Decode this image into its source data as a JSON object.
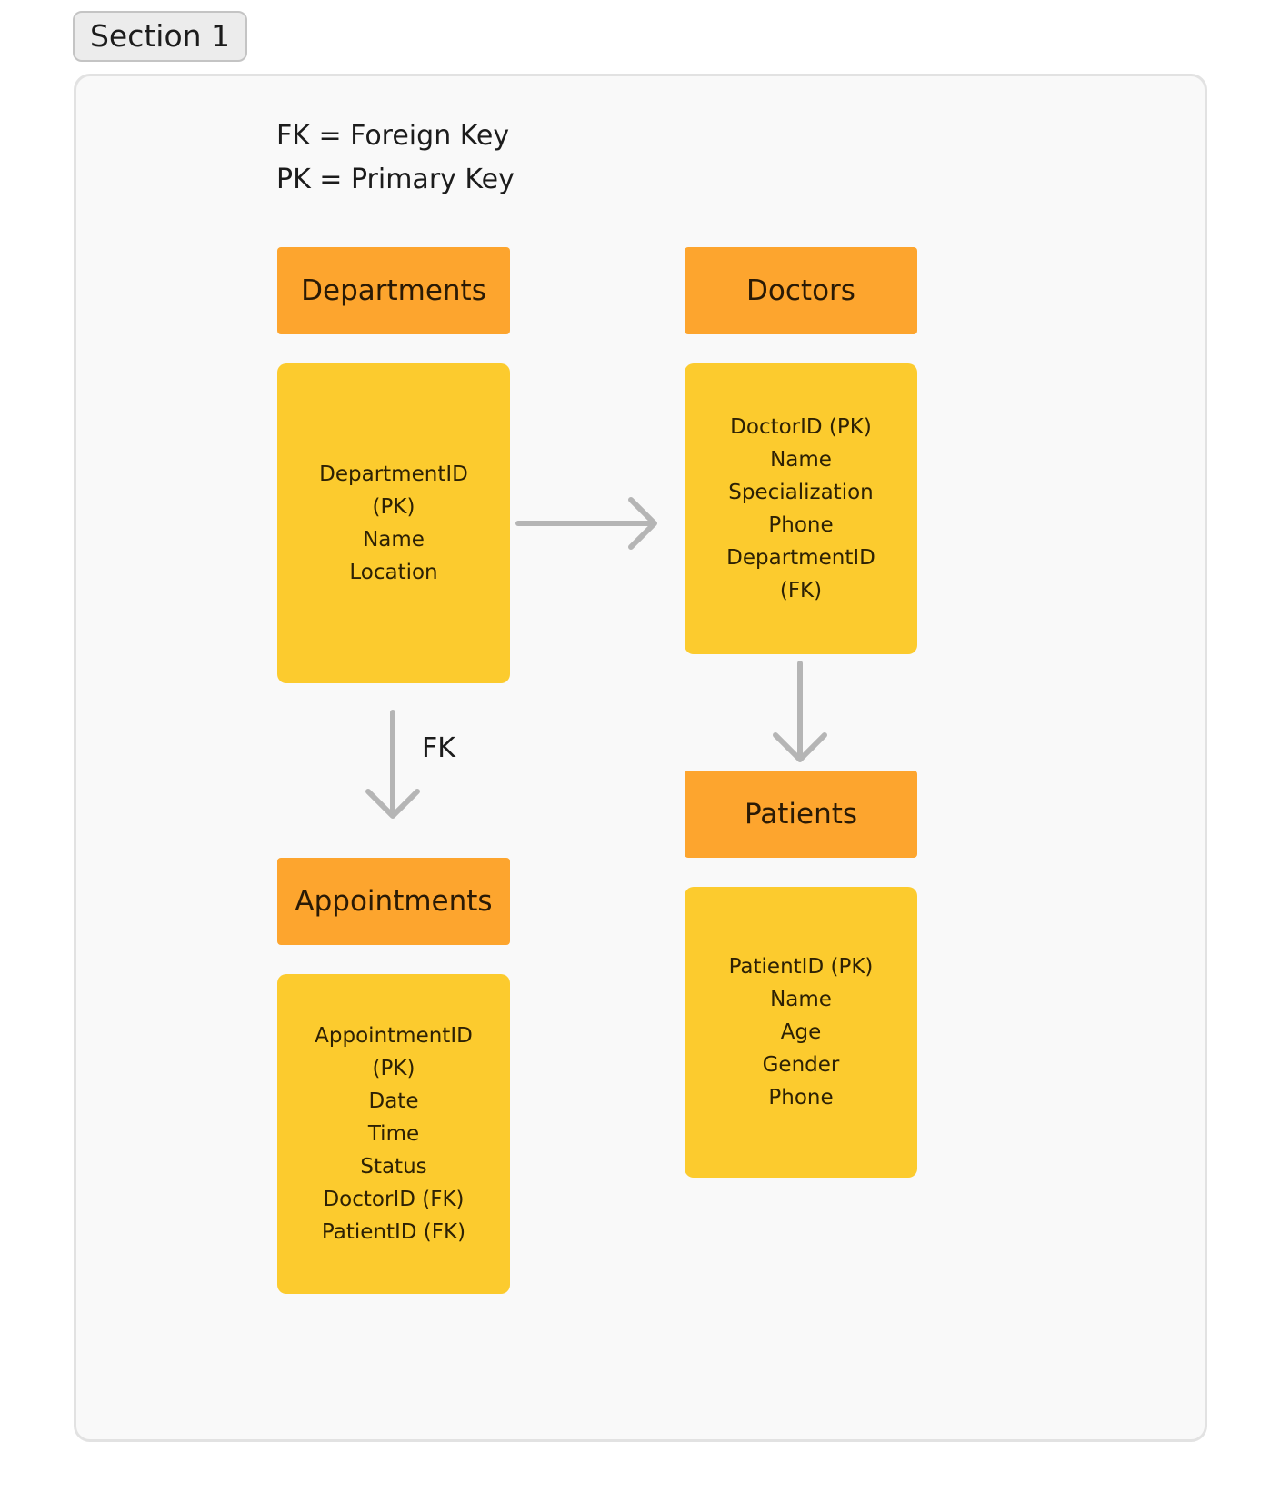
{
  "section": {
    "label": "Section 1"
  },
  "legend": {
    "fk": "FK = Foreign Key",
    "pk": "PK = Primary Key"
  },
  "entities": {
    "departments": {
      "title": "Departments",
      "fields": [
        "DepartmentID (PK)",
        "Name",
        "Location"
      ]
    },
    "doctors": {
      "title": "Doctors",
      "fields": [
        "DoctorID (PK)",
        "Name",
        "Specialization",
        "Phone",
        "DepartmentID (FK)"
      ]
    },
    "patients": {
      "title": "Patients",
      "fields": [
        "PatientID (PK)",
        "Name",
        "Age",
        "Gender",
        "Phone"
      ]
    },
    "appointments": {
      "title": "Appointments",
      "fields": [
        "AppointmentID (PK)",
        "Date",
        "Time",
        "Status",
        "DoctorID (FK)",
        "PatientID (FK)"
      ]
    }
  },
  "connectors": {
    "departments_to_appointments_label": "FK"
  },
  "colors": {
    "header": "#fda52e",
    "body": "#fccb2e",
    "arrow": "#b5b5b5",
    "frame_bg": "#f9f9f9"
  }
}
